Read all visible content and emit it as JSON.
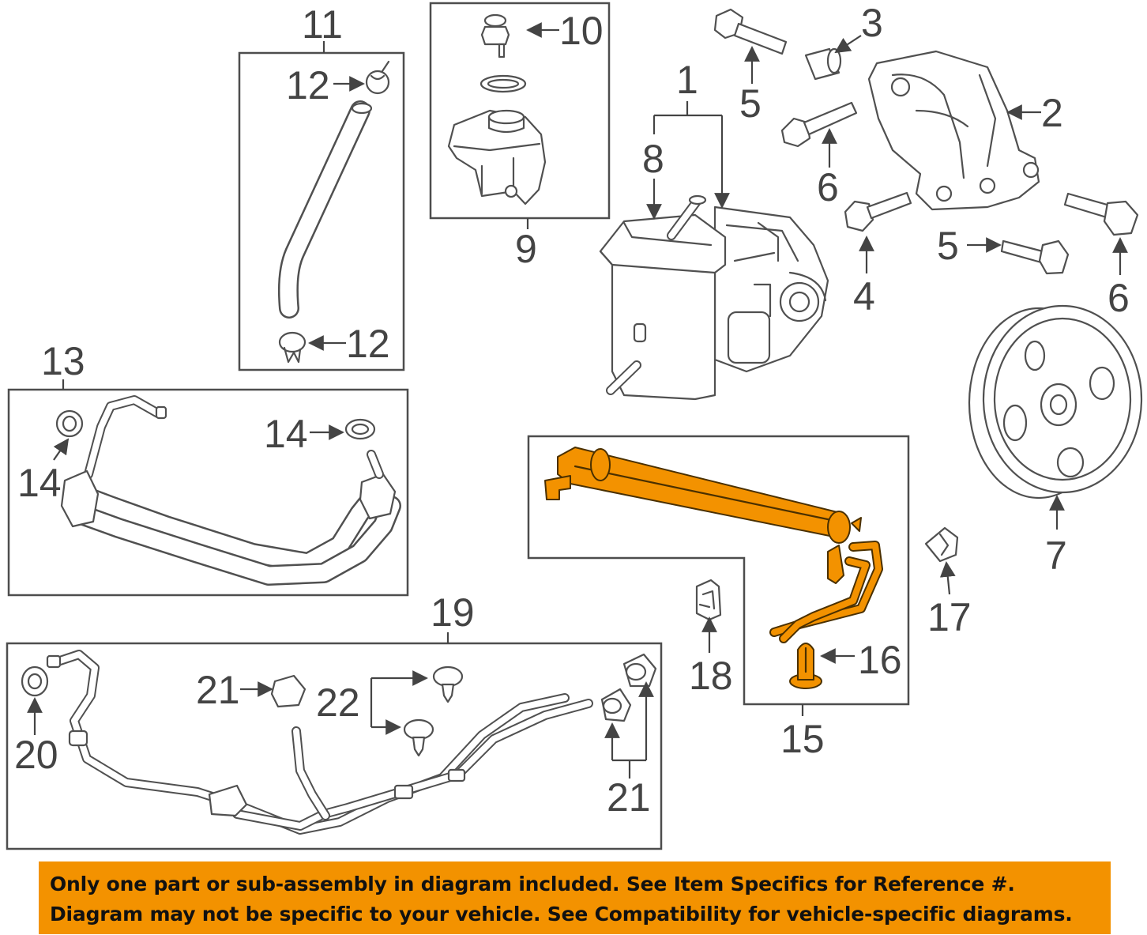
{
  "callouts": {
    "c1": "1",
    "c2": "2",
    "c3": "3",
    "c4": "4",
    "c5a": "5",
    "c5b": "5",
    "c6a": "6",
    "c6b": "6",
    "c7": "7",
    "c8": "8",
    "c9": "9",
    "c10": "10",
    "c11": "11",
    "c12a": "12",
    "c12b": "12",
    "c13": "13",
    "c14a": "14",
    "c14b": "14",
    "c15": "15",
    "c16": "16",
    "c17": "17",
    "c18": "18",
    "c19": "19",
    "c20": "20",
    "c21a": "21",
    "c21b": "21",
    "c22": "22"
  },
  "highlight_color": "#f39200",
  "disclaimer": {
    "line1": "Only one part or sub-assembly in diagram included. See Item Specifics for Reference #.",
    "line2": "Diagram may not be specific to your vehicle. See Compatibility for vehicle-specific diagrams."
  }
}
